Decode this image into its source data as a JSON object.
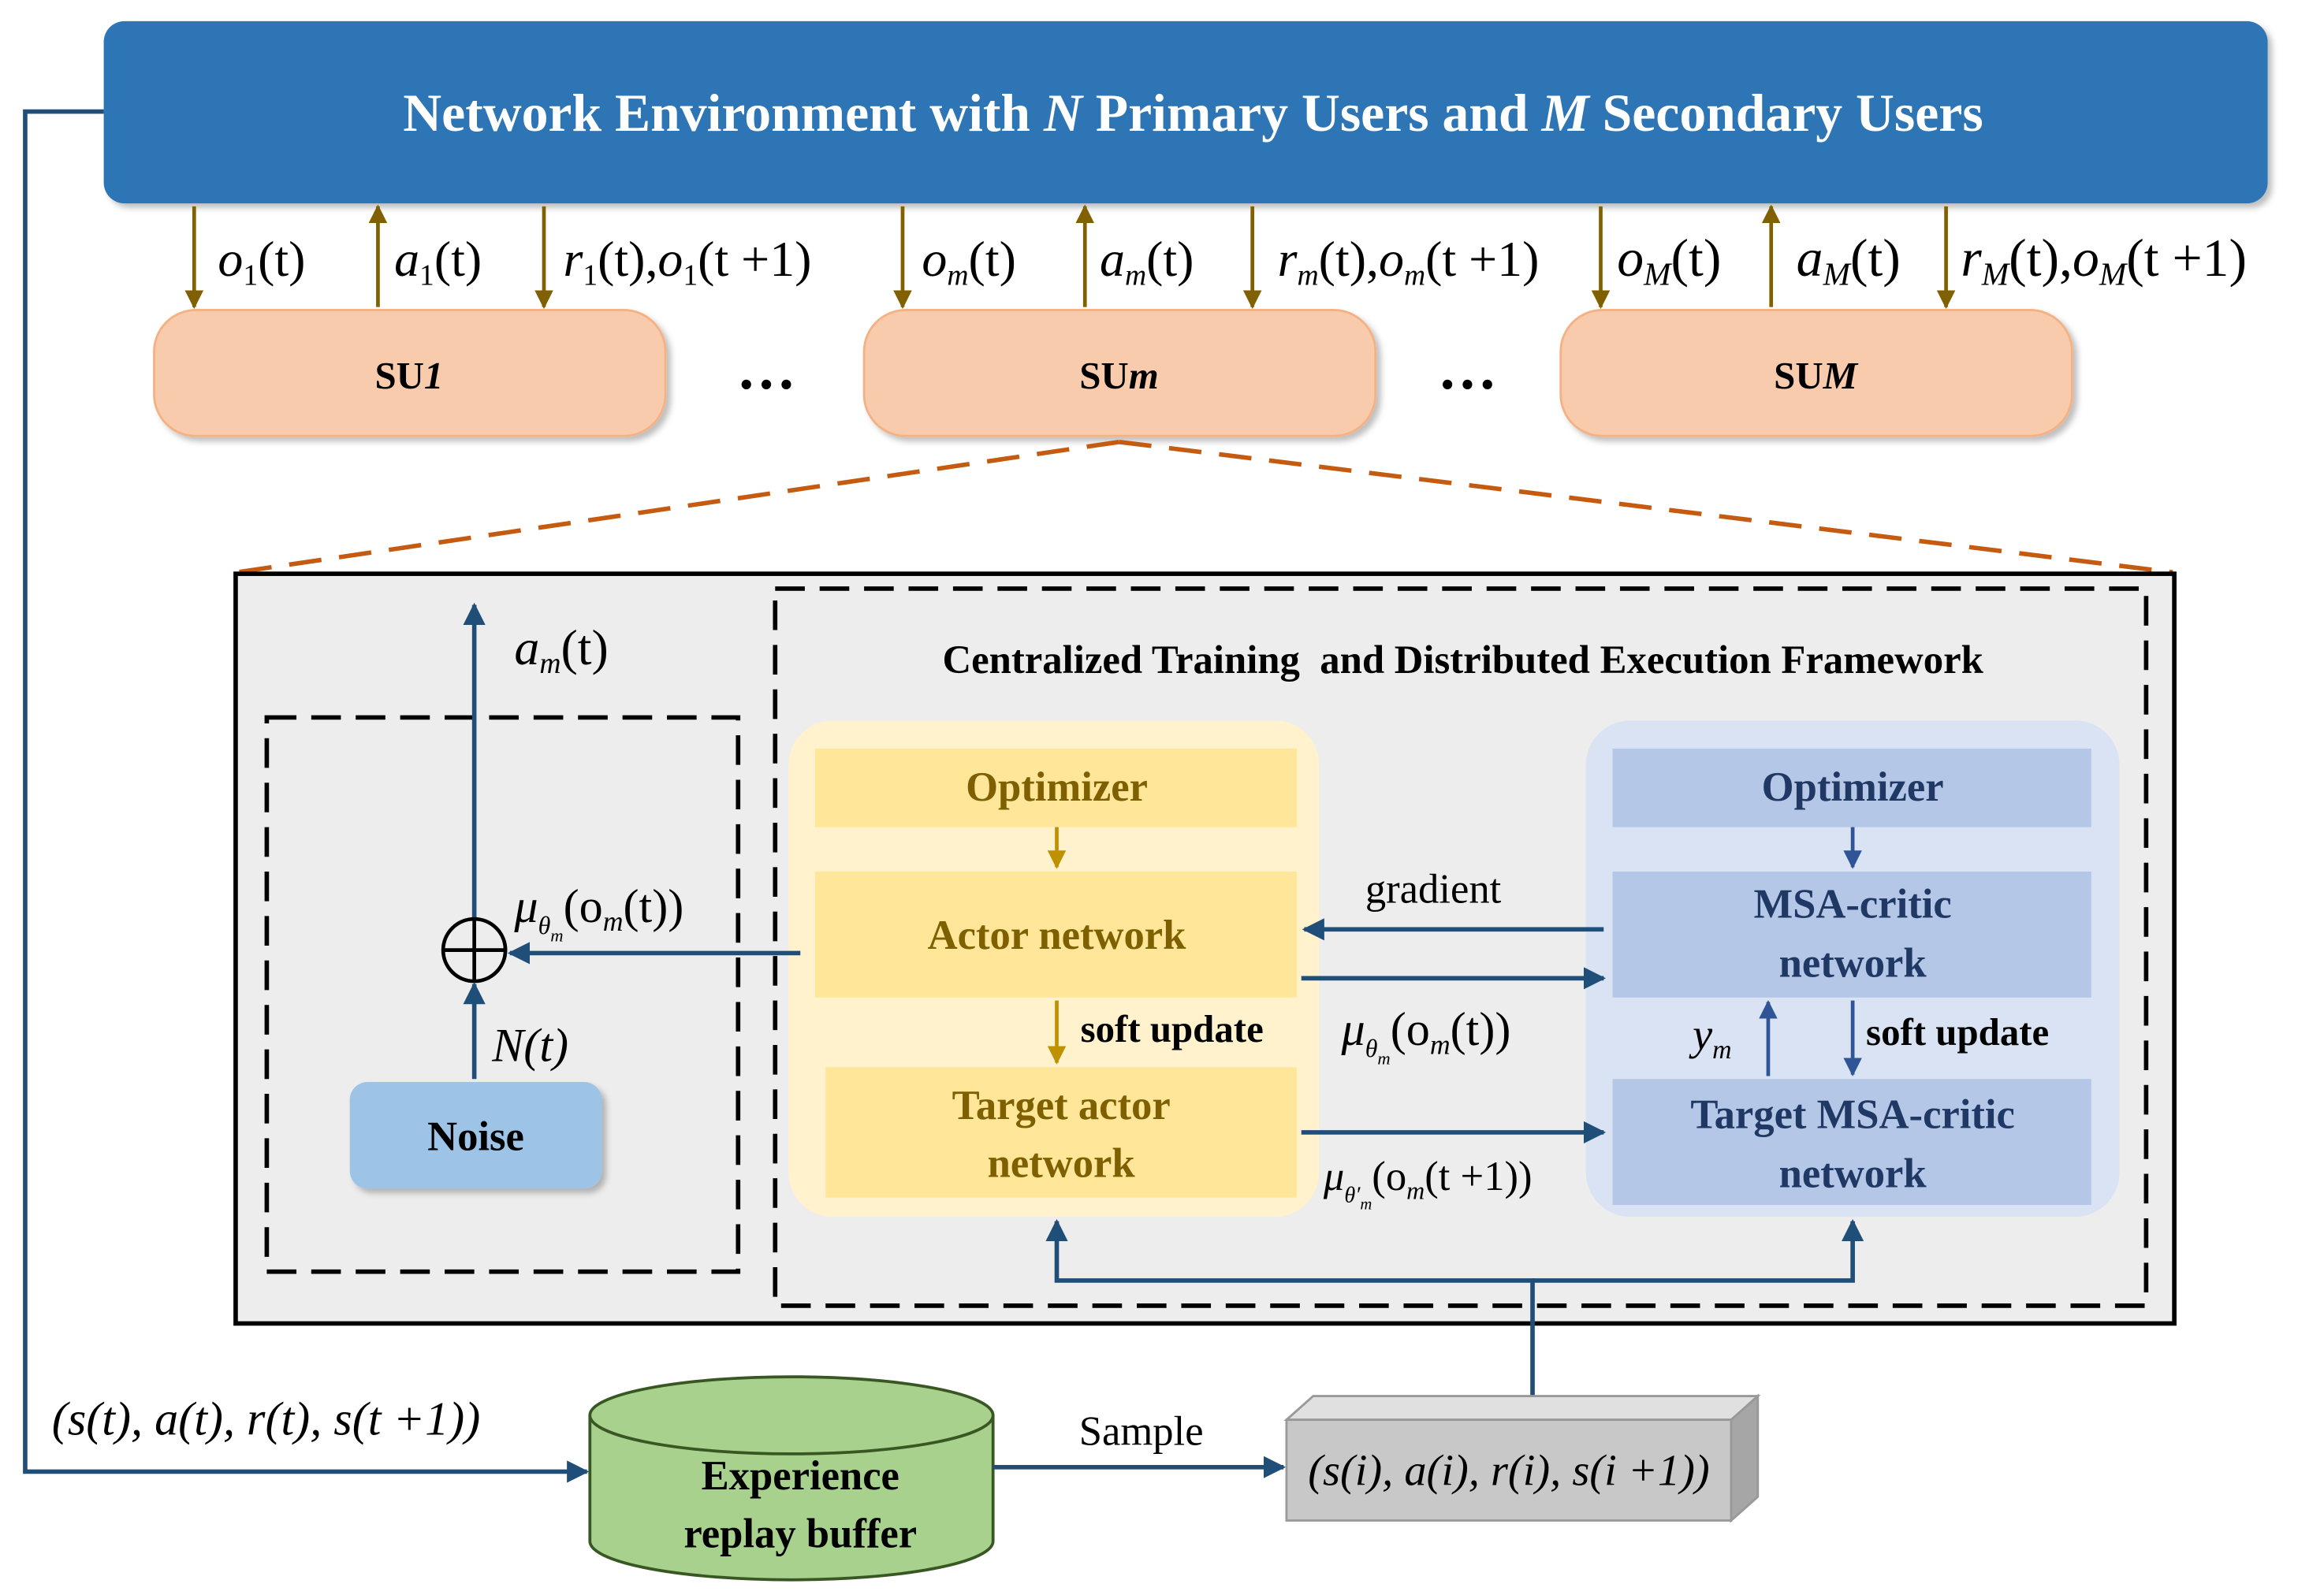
{
  "env": {
    "title_pre": "Network Environment with ",
    "var_n": "N",
    "title_mid": " Primary Users and ",
    "var_m": "M",
    "title_post": " Secondary Users"
  },
  "secondary_users": [
    {
      "prefix": "SU",
      "index": "1"
    },
    {
      "prefix": "SU",
      "index": "m"
    },
    {
      "prefix": "SU",
      "index": "M"
    }
  ],
  "ellipsis": "…",
  "signals": {
    "su1": {
      "obs": "o",
      "obs_sub": "1",
      "act": "a",
      "act_sub": "1",
      "rew": "r",
      "rew_sub": "1",
      "next_obs": "o",
      "next_obs_sub": "1"
    },
    "sum": {
      "obs": "o",
      "obs_sub": "m",
      "act": "a",
      "act_sub": "m",
      "rew": "r",
      "rew_sub": "m",
      "next_obs": "o",
      "next_obs_sub": "m"
    },
    "suM": {
      "obs": "o",
      "obs_sub": "M",
      "act": "a",
      "act_sub": "M",
      "rew": "r",
      "rew_sub": "M",
      "next_obs": "o",
      "next_obs_sub": "M"
    },
    "t": "(t)",
    "t_plus_1": "(t +1)"
  },
  "framework": {
    "title": "Centralized Training  and Distributed Execution Framework",
    "actor_group": {
      "optimizer": "Optimizer",
      "actor": "Actor network",
      "target_line1": "Target actor",
      "target_line2": "network"
    },
    "critic_group": {
      "optimizer": "Optimizer",
      "critic_line1": "MSA-critic",
      "critic_line2": "network",
      "target_line1": "Target MSA-critic",
      "target_line2": "network"
    },
    "gradient": "gradient",
    "soft_update_actor": "soft update",
    "soft_update_critic": "soft update",
    "y_m": {
      "base": "y",
      "sub": "m"
    },
    "mu_actor_out": {
      "mu": "μ",
      "theta": "θ",
      "theta_sub": "m",
      "arg": "(o",
      "arg_sub": "m",
      "tail": "(t))"
    },
    "mu_target_out": {
      "mu": "μ",
      "theta": "θ′",
      "theta_sub": "m",
      "arg": "(o",
      "arg_sub": "m",
      "tail": "(t +1))"
    }
  },
  "exploration": {
    "action_out": {
      "base": "a",
      "sub": "m",
      "tail": "(t)"
    },
    "mu_input": {
      "mu": "μ",
      "theta": "θ",
      "theta_sub": "m",
      "arg": "(o",
      "arg_sub": "m",
      "tail": "(t))"
    },
    "noise_signal": "N(t)",
    "noise_label": "Noise"
  },
  "replay": {
    "transition": "(s(t), a(t), r(t), s(t +1))",
    "buffer_line1": "Experience",
    "buffer_line2": "replay buffer",
    "sample": "Sample",
    "minibatch": "(s(i), a(i), r(i), s(i +1))"
  },
  "colors": {
    "env_blue": "#2f74b5",
    "su_peach": "#f8cbad",
    "arrow_brown": "#806000",
    "arrow_navy": "#1f4e79",
    "dash_orange": "#c55a11",
    "panel_gray": "#ededed",
    "actor_yellow": "#ffe699",
    "actor_text": "#7f6000",
    "critic_blue": "#b4c7e7",
    "critic_text": "#203864",
    "noise_blue": "#9dc3e6",
    "buffer_green": "#a9d18e",
    "box_gray": "#c8c8c8"
  }
}
